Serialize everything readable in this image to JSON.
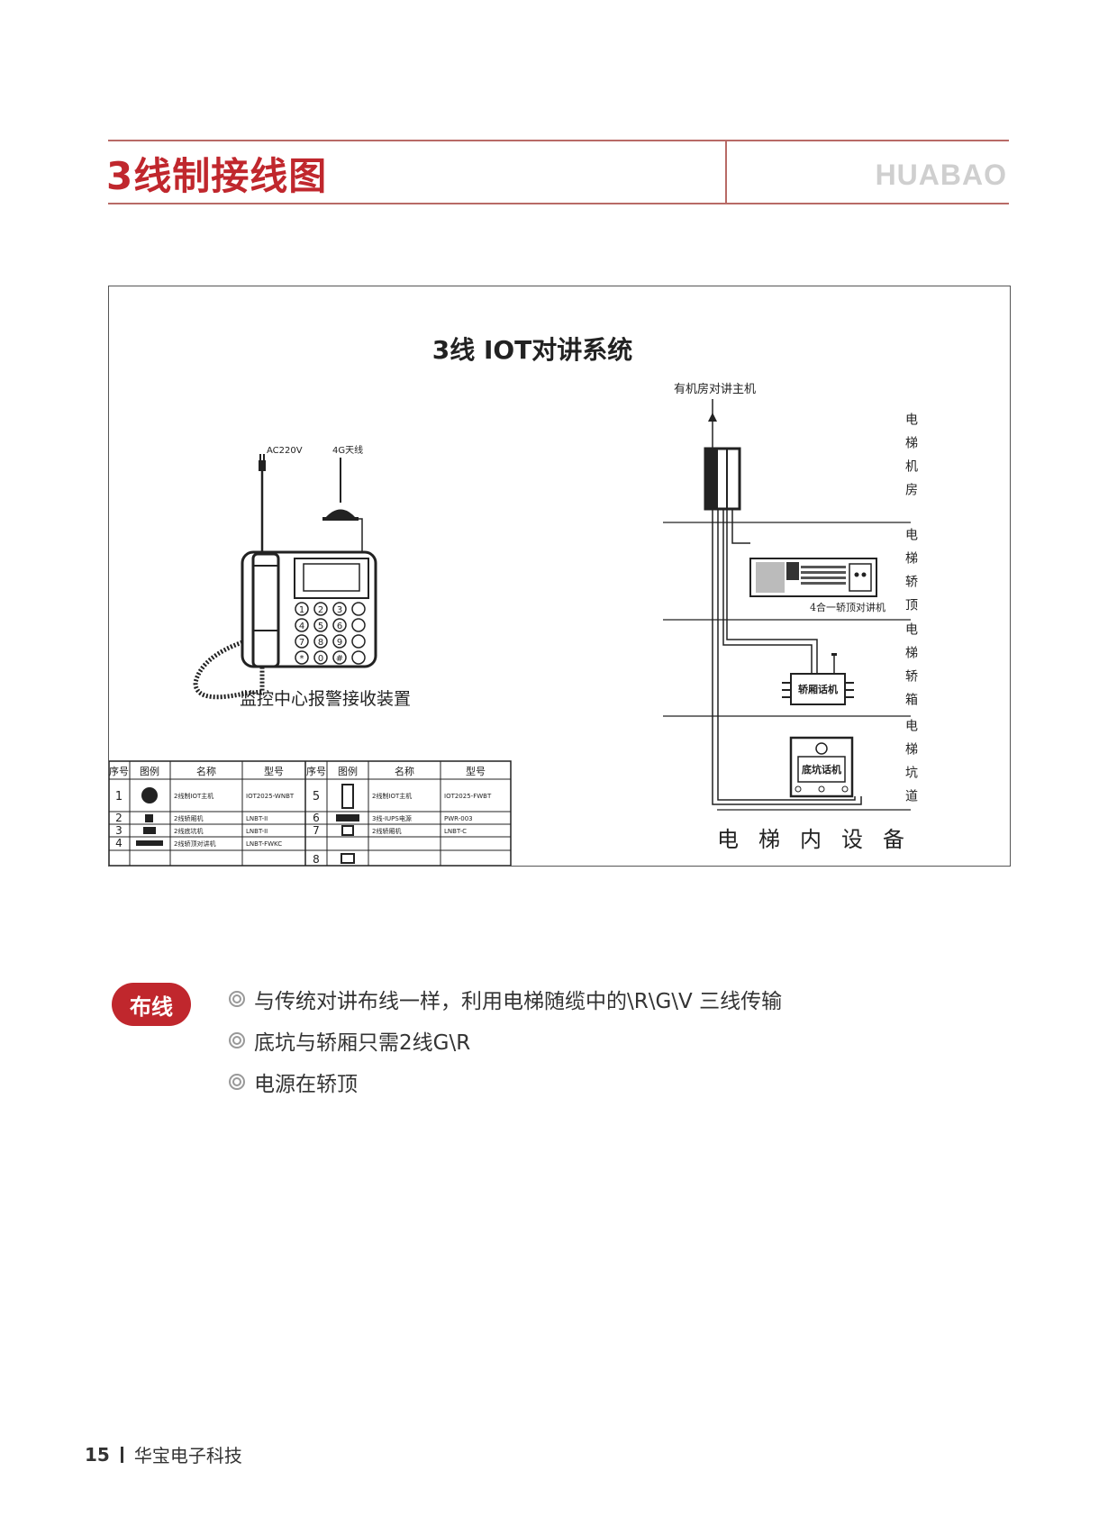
{
  "header": {
    "title": "3线制接线图",
    "brand": "HUABAO"
  },
  "diagram": {
    "title": "3线 IOT对讲系统",
    "left_labels": {
      "power": "AC220V",
      "antenna": "4G天线",
      "console": "监控中心报警接收装置"
    },
    "right_labels": {
      "host": "有机房对讲主机",
      "zone_machine_room": "电梯机房",
      "zone_car_top": "电梯轿顶",
      "zone_car": "电梯轿箱",
      "zone_pit": "电梯坑道",
      "roof_unit": "4合一轿顶对讲机",
      "car_unit": "轿厢话机",
      "pit_unit": "底坑话机",
      "caption": "电梯内设备"
    },
    "keypad": [
      "1",
      "2",
      "3",
      "4",
      "5",
      "6",
      "7",
      "8",
      "9",
      "*",
      "0",
      "#"
    ],
    "table": {
      "headers": [
        "序号",
        "图例",
        "名称",
        "型号",
        "序号",
        "图例",
        "名称",
        "型号"
      ],
      "rows": [
        [
          "1",
          "",
          "2线制IOT主机",
          "IOT2025-WNBT",
          "5",
          "",
          "2线制IOT主机",
          "IOT2025-FWBT"
        ],
        [
          "2",
          "",
          "2线轿厢机",
          "LNBT-II",
          "6",
          "",
          "3线-IUPS电源",
          "PWR-003"
        ],
        [
          "3",
          "",
          "2线底坑机",
          "LNBT-II",
          "7",
          "",
          "2线轿厢机",
          "LNBT-C"
        ],
        [
          "4",
          "",
          "2线轿顶对讲机",
          "LNBT-FWKC",
          "8",
          "",
          "",
          ""
        ]
      ]
    }
  },
  "wiring": {
    "tag": "布线",
    "notes": [
      "与传统对讲布线一样，利用电梯随缆中的\\R\\G\\V 三线传输",
      "底坑与轿厢只需2线G\\R",
      "电源在轿顶"
    ]
  },
  "footer": {
    "page": "15",
    "company": "华宝电子科技"
  },
  "colors": {
    "accent": "#c0272d",
    "rule": "#b86a66",
    "brand": "#cfcfcf"
  }
}
